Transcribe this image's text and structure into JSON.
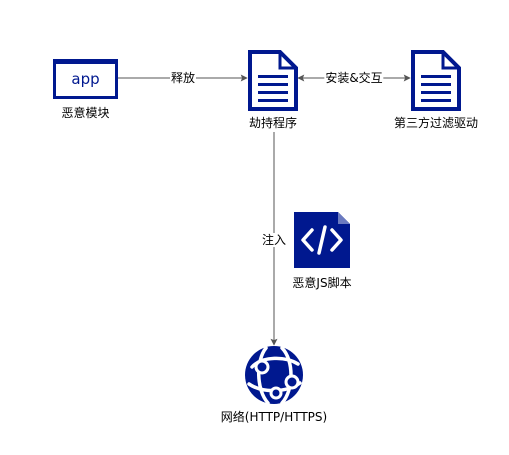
{
  "colors": {
    "icon": "#00188f",
    "edge": "#555555",
    "text": "#000000",
    "background": "#ffffff"
  },
  "nodes": {
    "malicious_module": {
      "label": "恶意模块",
      "badge": "app",
      "icon": "app-window-icon"
    },
    "hijacker": {
      "label": "劫持程序",
      "icon": "document-icon"
    },
    "filter_driver": {
      "label": "第三方过滤驱动",
      "icon": "document-icon"
    },
    "malicious_js": {
      "label": "恶意JS脚本",
      "icon": "code-file-icon"
    },
    "network": {
      "label": "网络(HTTP/HTTPS)",
      "icon": "globe-network-icon"
    }
  },
  "edges": {
    "release": {
      "label": "释放"
    },
    "install_interact": {
      "label": "安装&交互"
    },
    "inject": {
      "label": "注入"
    }
  }
}
